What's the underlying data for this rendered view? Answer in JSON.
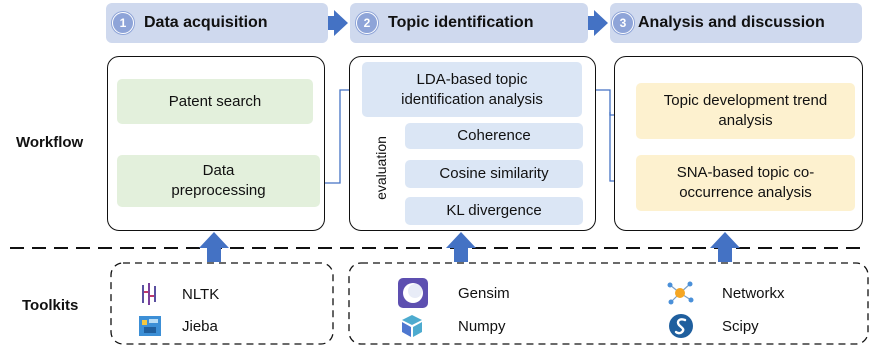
{
  "stages": [
    {
      "num": "1",
      "label": "Data acquisition"
    },
    {
      "num": "2",
      "label": "Topic identification"
    },
    {
      "num": "3",
      "label": "Analysis and discussion"
    }
  ],
  "rows": {
    "workflow": "Workflow",
    "toolkits": "Toolkits"
  },
  "acquisition": {
    "patent_search": "Patent search",
    "preprocessing": "Data preprocessing"
  },
  "identification": {
    "lda": "LDA-based topic identification analysis",
    "evaluation_label": "evaluation",
    "metrics": [
      "Coherence",
      "Cosine similarity",
      "KL divergence"
    ]
  },
  "analysis": {
    "trend": "Topic development trend analysis",
    "sna": "SNA-based topic co-occurrence analysis"
  },
  "toolkits": {
    "left": [
      {
        "name": "NLTK",
        "icon": "nltk-icon"
      },
      {
        "name": "Jieba",
        "icon": "jieba-icon"
      }
    ],
    "right": [
      {
        "name": "Gensim",
        "icon": "gensim-icon"
      },
      {
        "name": "Numpy",
        "icon": "numpy-icon"
      },
      {
        "name": "Networkx",
        "icon": "networkx-icon"
      },
      {
        "name": "Scipy",
        "icon": "scipy-icon"
      }
    ]
  },
  "colors": {
    "stage_bg": "#cfd9ee",
    "accent_blue": "#4472c4",
    "green_box": "#e3f0dc",
    "blue_box": "#dbe6f5",
    "yellow_box": "#fdf1cf"
  }
}
